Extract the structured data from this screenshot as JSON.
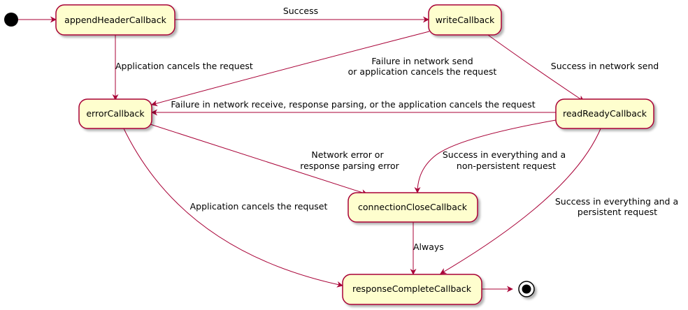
{
  "colors": {
    "state_fill": "#FEFECE",
    "border": "#A80036",
    "text": "#000000",
    "start_end": "#000000"
  },
  "states": {
    "appendHeader": "appendHeaderCallback",
    "write": "writeCallback",
    "error": "errorCallback",
    "readReady": "readReadyCallback",
    "connectionClose": "connectionCloseCallback",
    "responseComplete": "responseCompleteCallback"
  },
  "transitions": {
    "success": "Success",
    "app_cancels": "Application cancels the request",
    "failure_send_1": "Failure in network send",
    "failure_send_2": "or application cancels the request",
    "success_send": "Success in network send",
    "failure_receive": "Failure in network receive, response parsing, or the application cancels the request",
    "network_error_1": "Network error or",
    "network_error_2": "response parsing error",
    "nonpersistent_1": "Success in everything and a",
    "nonpersistent_2": "non-persistent request",
    "persistent_1": "Success in everything and a",
    "persistent_2": "persistent request",
    "app_cancels_requset": "Application cancels the requset",
    "always": "Always"
  }
}
